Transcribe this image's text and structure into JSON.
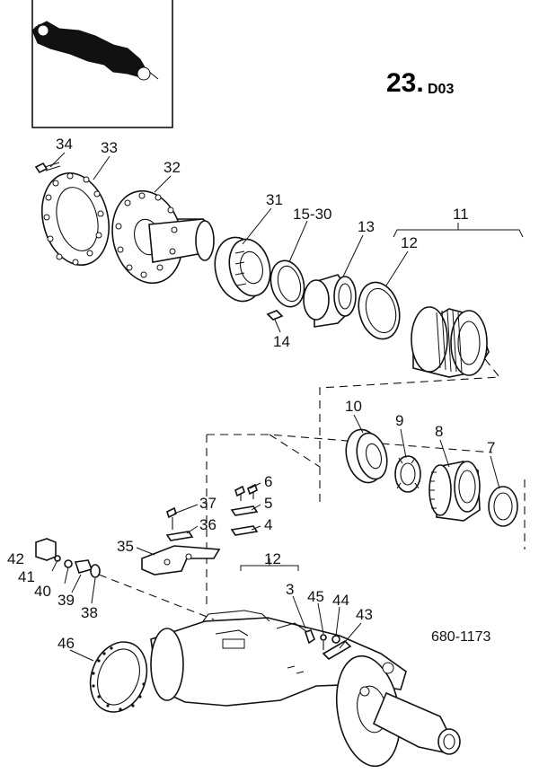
{
  "sheet": {
    "page_number": "23.",
    "page_suffix": "D03",
    "drawing_number": "680-1173"
  },
  "callouts": [
    "34",
    "33",
    "32",
    "31",
    "15-30",
    "13",
    "11",
    "12",
    "14",
    "10",
    "9",
    "8",
    "7",
    "6",
    "5",
    "4",
    "37",
    "36",
    "35",
    "42",
    "41",
    "40",
    "39",
    "38",
    "12",
    "3",
    "45",
    "44",
    "43",
    "46"
  ]
}
